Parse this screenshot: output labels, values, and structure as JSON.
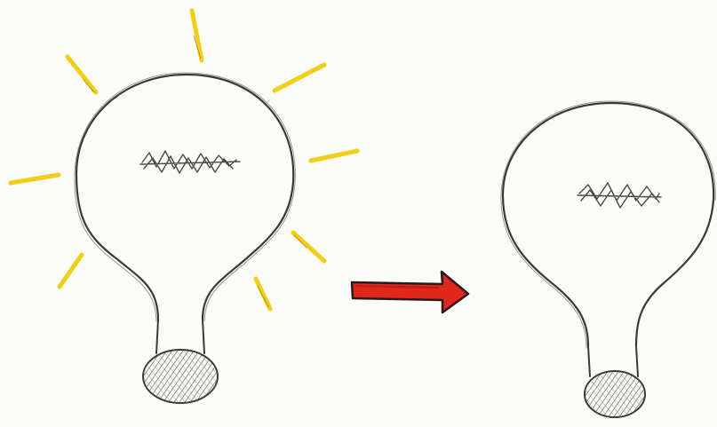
{
  "colors": {
    "paper": "#fbfbf8",
    "pencil": "#3a3a3a",
    "ray": "#f2cf12",
    "ray_shadow": "#8a6a00",
    "arrow": "#e0271b",
    "arrow_outline": "#2a1a1a"
  },
  "figures": [
    {
      "name": "lit-bulb",
      "state": "on",
      "rays": 8
    },
    {
      "name": "unlit-bulb",
      "state": "off",
      "rays": 0
    }
  ],
  "transition": {
    "icon": "right-arrow-icon"
  }
}
